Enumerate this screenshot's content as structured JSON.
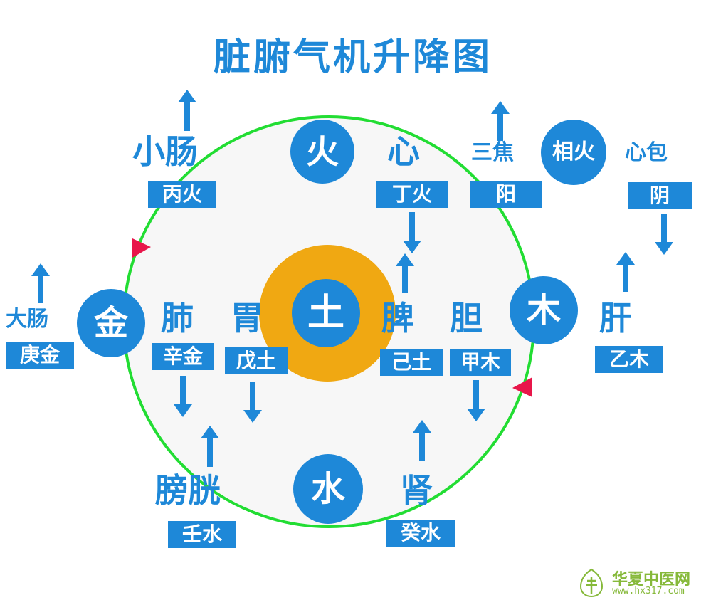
{
  "title": "脏腑气机升降图",
  "elements": {
    "fire": "火",
    "earth": "土",
    "metal": "金",
    "wood": "木",
    "water": "水",
    "minister_fire": "相火"
  },
  "organs": {
    "small_intestine": "小肠",
    "heart": "心",
    "san_jiao": "三焦",
    "pericardium": "心包",
    "large_intestine": "大肠",
    "lung": "肺",
    "stomach": "胃",
    "spleen": "脾",
    "gallbladder": "胆",
    "liver": "肝",
    "bladder": "膀胱",
    "kidney": "肾"
  },
  "stems": {
    "small_intestine": "丙火",
    "heart": "丁火",
    "san_jiao": "阳",
    "pericardium": "阴",
    "large_intestine": "庚金",
    "lung": "辛金",
    "stomach": "戊土",
    "spleen": "己土",
    "gallbladder": "甲木",
    "liver": "乙木",
    "bladder": "壬水",
    "kidney": "癸水"
  },
  "watermark": {
    "name": "华夏中医网",
    "url": "www.hx317.com"
  },
  "colors": {
    "blue": "#1e88d8",
    "ring": "#22dd33",
    "center": "#f0a812",
    "disc": "#f7f7f7",
    "pointer": "#e8164a",
    "watermark": "#86b93a"
  }
}
